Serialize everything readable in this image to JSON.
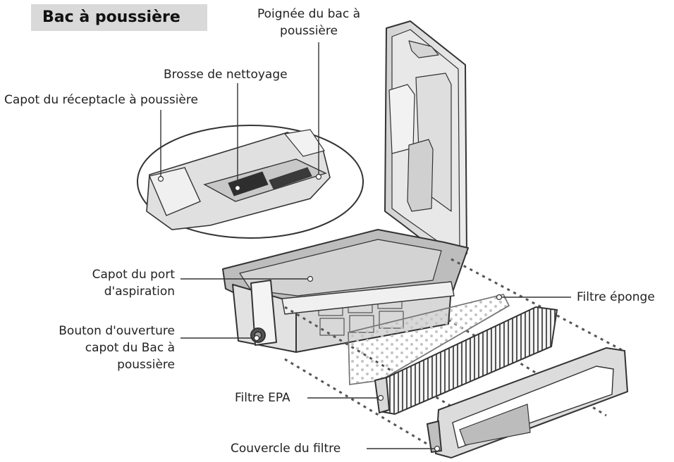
{
  "title": "Bac à poussière",
  "labels": {
    "handle": [
      "Poignée du bac à",
      "poussière"
    ],
    "brush": "Brosse de nettoyage",
    "receptacle_cover": "Capot du réceptacle à poussière",
    "suction_port_cover": [
      "Capot du port",
      "d'aspiration"
    ],
    "open_button": [
      "Bouton d'ouverture",
      "capot du Bac à",
      "poussière"
    ],
    "sponge_filter": "Filtre éponge",
    "epa_filter": "Filtre EPA",
    "filter_cover": "Couvercle du filtre"
  },
  "colors": {
    "title_bg": "#d9d9d9",
    "part_fill": "#e6e6e6",
    "part_dark": "#9a9a9a",
    "outline": "#333333"
  }
}
